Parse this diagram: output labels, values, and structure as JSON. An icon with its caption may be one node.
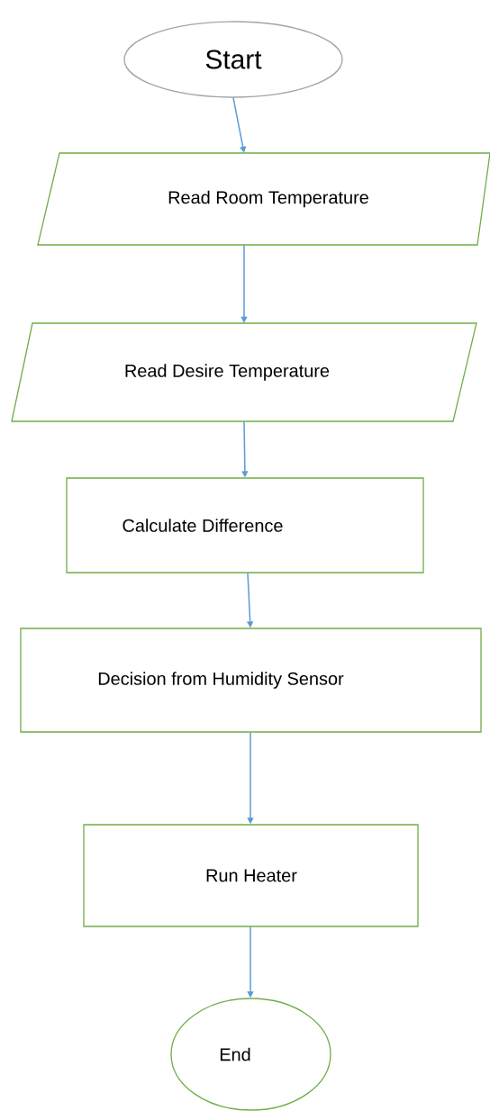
{
  "diagram": {
    "nodes": [
      {
        "text": [
          "Start"
        ]
      },
      {
        "text": [
          "Read Room Temperature"
        ]
      },
      {
        "text": [
          "Read Desire Temperature"
        ]
      },
      {
        "text": [
          "Calculate Difference"
        ]
      },
      {
        "text": [
          "Decision from Humidity Sensor"
        ]
      },
      {
        "text": [
          "Run Heater"
        ]
      },
      {
        "text": [
          "End"
        ]
      }
    ],
    "edges": [
      {
        "from": 0,
        "to": 1,
        "arrow": "to"
      },
      {
        "from": 1,
        "to": 2,
        "arrow": "to"
      },
      {
        "from": 2,
        "to": 3,
        "arrow": "to"
      },
      {
        "from": 3,
        "to": 4,
        "arrow": "to"
      },
      {
        "from": 4,
        "to": 5,
        "arrow": "to"
      },
      {
        "from": 5,
        "to": 6,
        "arrow": "to"
      }
    ]
  }
}
